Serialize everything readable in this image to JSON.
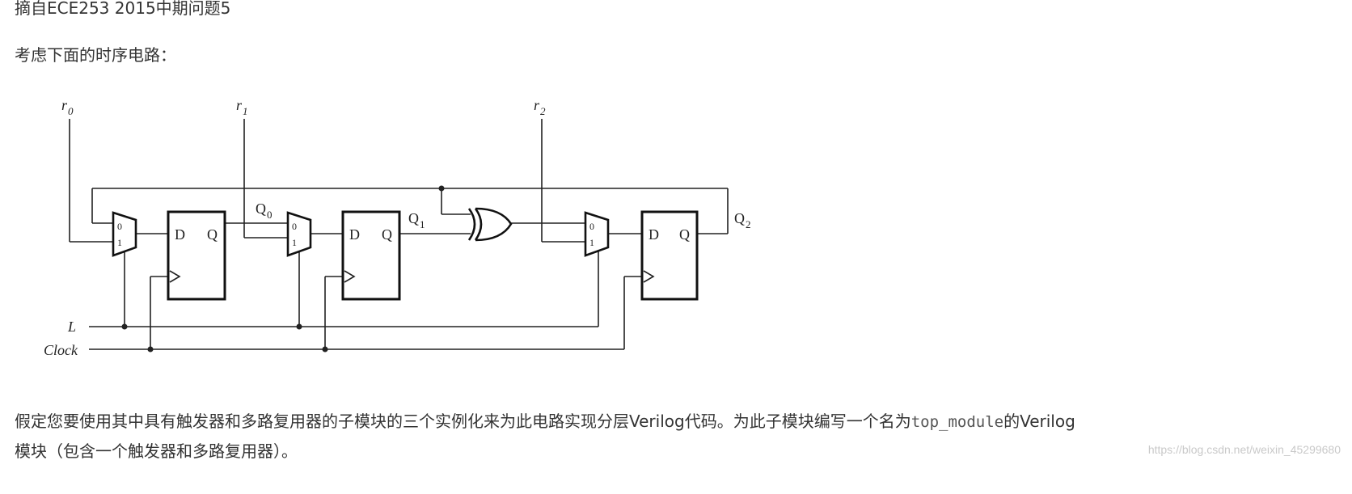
{
  "header": {
    "source": "摘自ECE253 2015中期问题5",
    "intro": "考虑下面的时序电路："
  },
  "circuit": {
    "inputs": [
      {
        "sym": "r",
        "sub": "0"
      },
      {
        "sym": "r",
        "sub": "1"
      },
      {
        "sym": "r",
        "sub": "2"
      }
    ],
    "outputs": [
      {
        "sym": "Q",
        "sub": "0"
      },
      {
        "sym": "Q",
        "sub": "1"
      },
      {
        "sym": "Q",
        "sub": "2"
      }
    ],
    "signals": {
      "load": "L",
      "clock": "Clock"
    },
    "ff_d": "D",
    "ff_q": "Q",
    "mux_in0": "0",
    "mux_in1": "1"
  },
  "body": {
    "p1": "假定您要使用其中具有触发器和多路复用器的子模块的三个实例化来为此电路实现分层Verilog代码。为此子模块编写一个名为",
    "code": "top_module",
    "p1_end": "的Verilog",
    "p2": "模块（包含一个触发器和多路复用器）。"
  },
  "watermark": "https://blog.csdn.net/weixin_45299680"
}
